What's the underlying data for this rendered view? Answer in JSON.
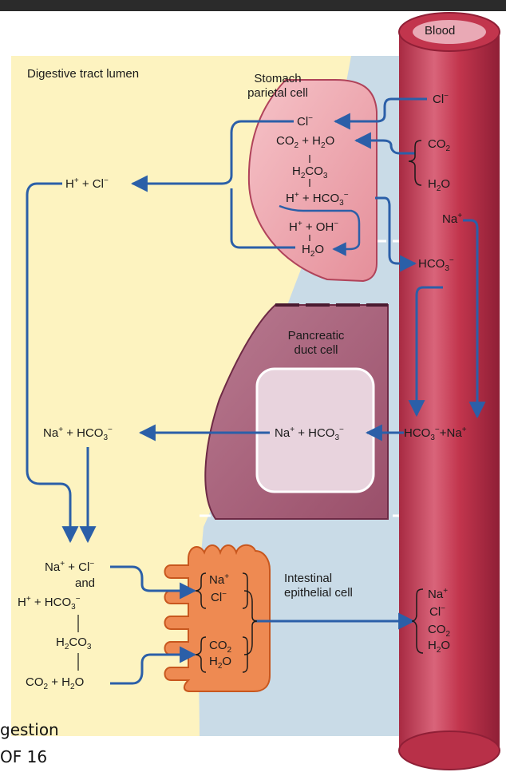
{
  "labels": {
    "lumen": "Digestive tract lumen",
    "blood": "Blood",
    "stomach_cell": [
      "Stomach",
      "parietal cell"
    ],
    "pancreatic_cell": [
      "Pancreatic",
      "duct cell"
    ],
    "intestinal_cell": [
      "Intestinal",
      "epithelial cell"
    ]
  },
  "stomach": {
    "cl": "Cl",
    "co2": "CO",
    "h2o": "O",
    "h2co3": "CO",
    "hco3": "HCO",
    "h": "H",
    "oh": "OH",
    "water": "O",
    "blood_cl": "Cl",
    "blood_co2": "CO",
    "blood_h2o": "O",
    "lumen_h": "H",
    "lumen_cl": "Cl",
    "plus": "+",
    "minus": "−"
  },
  "pancreas": {
    "na": "Na",
    "hco3": "HCO",
    "blood_na": "Na",
    "blood_hco3": "HCO",
    "lumen_na": "Na",
    "lumen_hco3": "HCO"
  },
  "intestine": {
    "lumen_na": "Na",
    "lumen_cl": "Cl",
    "and": "and",
    "lumen_h": "H",
    "lumen_hco3": "HCO",
    "lumen_h2co3": "CO",
    "lumen_co2": "CO",
    "lumen_h2o": "O",
    "cell_na": "Na",
    "cell_cl": "Cl",
    "cell_co2": "CO",
    "cell_h2o": "O",
    "blood_na": "Na",
    "blood_cl": "Cl",
    "blood_co2": "CO",
    "blood_h2o": "O"
  },
  "caption": {
    "line1": "gestion",
    "line2": "OF 16"
  },
  "colors": {
    "lumen": "#fdf3c0",
    "interstitial": "#c9dbe7",
    "vessel": "#c2354d",
    "vessel_light": "#d9647a",
    "parietal": "#eda0a8",
    "pancreatic": "#a8607a",
    "intestinal": "#ee8a52",
    "arrow": "#2b5fa8"
  }
}
